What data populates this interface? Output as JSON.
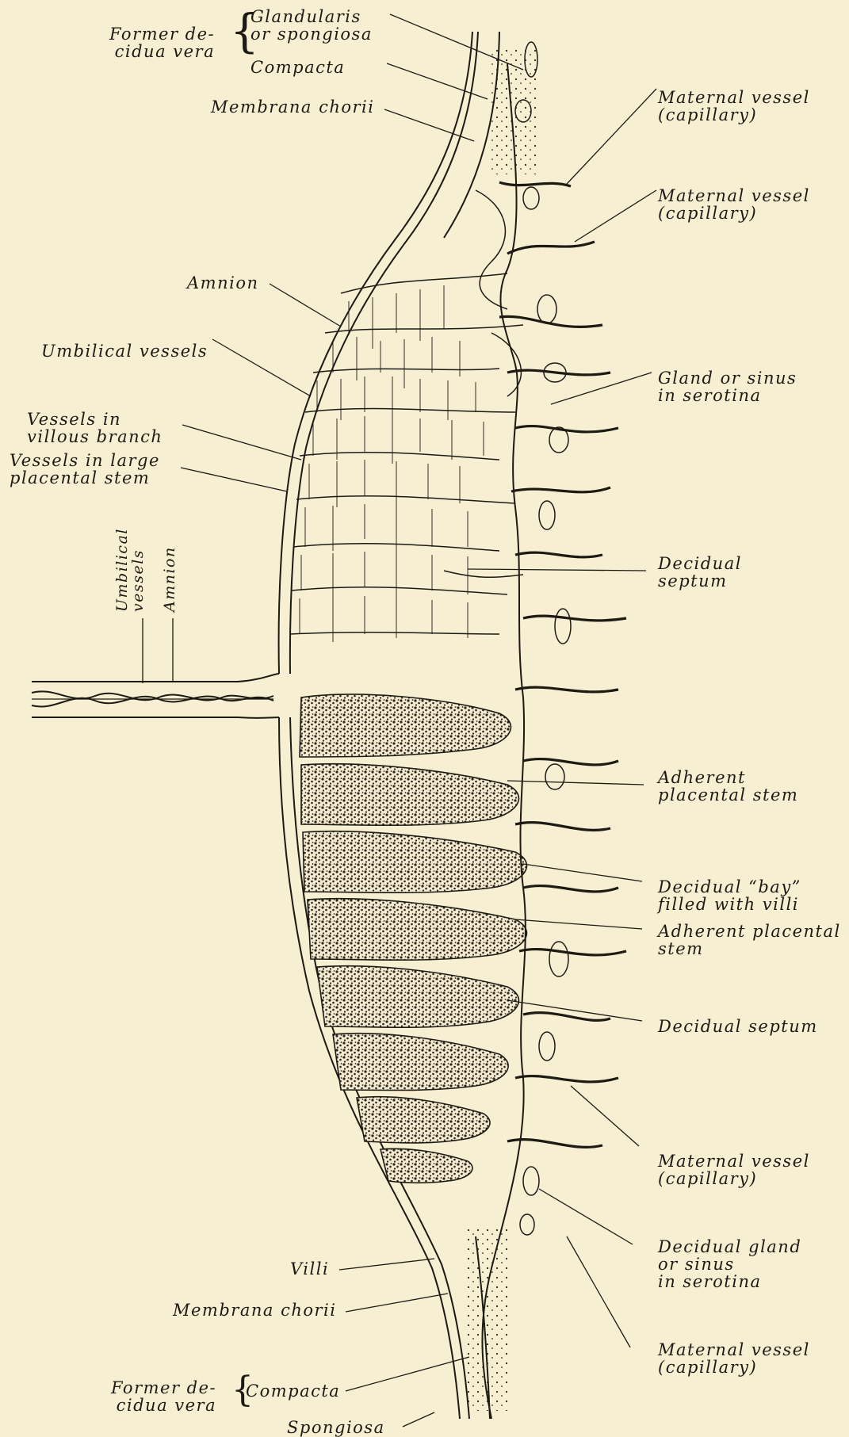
{
  "labels": {
    "former_decidua_vera_top": "Former de-\ncidua vera",
    "glandularis": "Glandularis\nor spongiosa",
    "compacta_top": "Compacta",
    "membrana_chorii_top": "Membrana chorii",
    "maternal_vessel_1": "Maternal vessel\n(capillary)",
    "maternal_vessel_2": "Maternal vessel\n(capillary)",
    "amnion": "Amnion",
    "umbilical_vessels": "Umbilical vessels",
    "gland_sinus": "Gland or sinus\nin serotina",
    "vessels_villous_branch": "Vessels in\nvillous branch",
    "vessels_large_stem": "Vessels in large\nplacental stem",
    "umbilical_vessels_vertical": "Umbilical\nvessels",
    "amnion_vertical": "Amnion",
    "decidual_septum_1": "Decidual\nseptum",
    "adherent_stem_1": "Adherent\nplacental stem",
    "decidual_bay": "Decidual “bay”\nfilled with villi",
    "adherent_stem_2": "Adherent placental\nstem",
    "decidual_septum_2": "Decidual septum",
    "maternal_vessel_3": "Maternal vessel\n(capillary)",
    "decidual_gland": "Decidual gland\nor sinus\nin serotina",
    "maternal_vessel_4": "Maternal vessel\n(capillary)",
    "villi": "Villi",
    "membrana_chorii_bottom": "Membrana chorii",
    "former_decidua_vera_bottom": "Former de-\ncidua vera",
    "compacta_bottom": "Compacta",
    "spongiosa": "Spongiosa"
  }
}
